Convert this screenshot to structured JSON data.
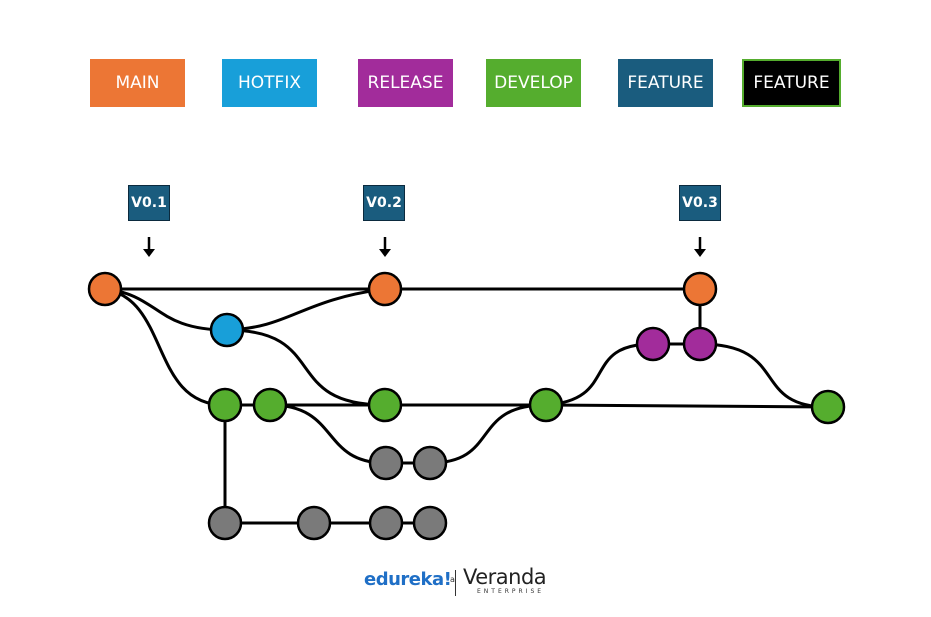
{
  "legend": [
    {
      "label": "MAIN",
      "color": "#ec7635",
      "border": "#ec7635"
    },
    {
      "label": "HOTFIX",
      "color": "#189fd9",
      "border": "#189fd9"
    },
    {
      "label": "RELEASE",
      "color": "#a22c9b",
      "border": "#a22c9b"
    },
    {
      "label": "DEVELOP",
      "color": "#55ad2e",
      "border": "#55ad2e"
    },
    {
      "label": "FEATURE",
      "color": "#1a5c7e",
      "border": "#1a5c7e"
    },
    {
      "label": "FEATURE",
      "color": "#000000",
      "border": "#55ad2e"
    }
  ],
  "versions": [
    {
      "label": "V0.1"
    },
    {
      "label": "V0.2"
    },
    {
      "label": "V0.3"
    }
  ],
  "colors": {
    "main": "#ec7635",
    "hotfix": "#189fd9",
    "release": "#a22c9b",
    "develop": "#55ad2e",
    "feature": "#7a7a7a",
    "tag": "#1a5c7e",
    "line": "#000000"
  },
  "branches": [
    {
      "name": "main",
      "commits": 3
    },
    {
      "name": "hotfix",
      "commits": 1
    },
    {
      "name": "release",
      "commits": 2
    },
    {
      "name": "develop",
      "commits": 5
    },
    {
      "name": "feature",
      "commits": 6
    }
  ],
  "logo": {
    "primary": "edureka!",
    "connector": "a",
    "secondary": "Veranda",
    "secondary_sub": "ENTERPRISE"
  }
}
